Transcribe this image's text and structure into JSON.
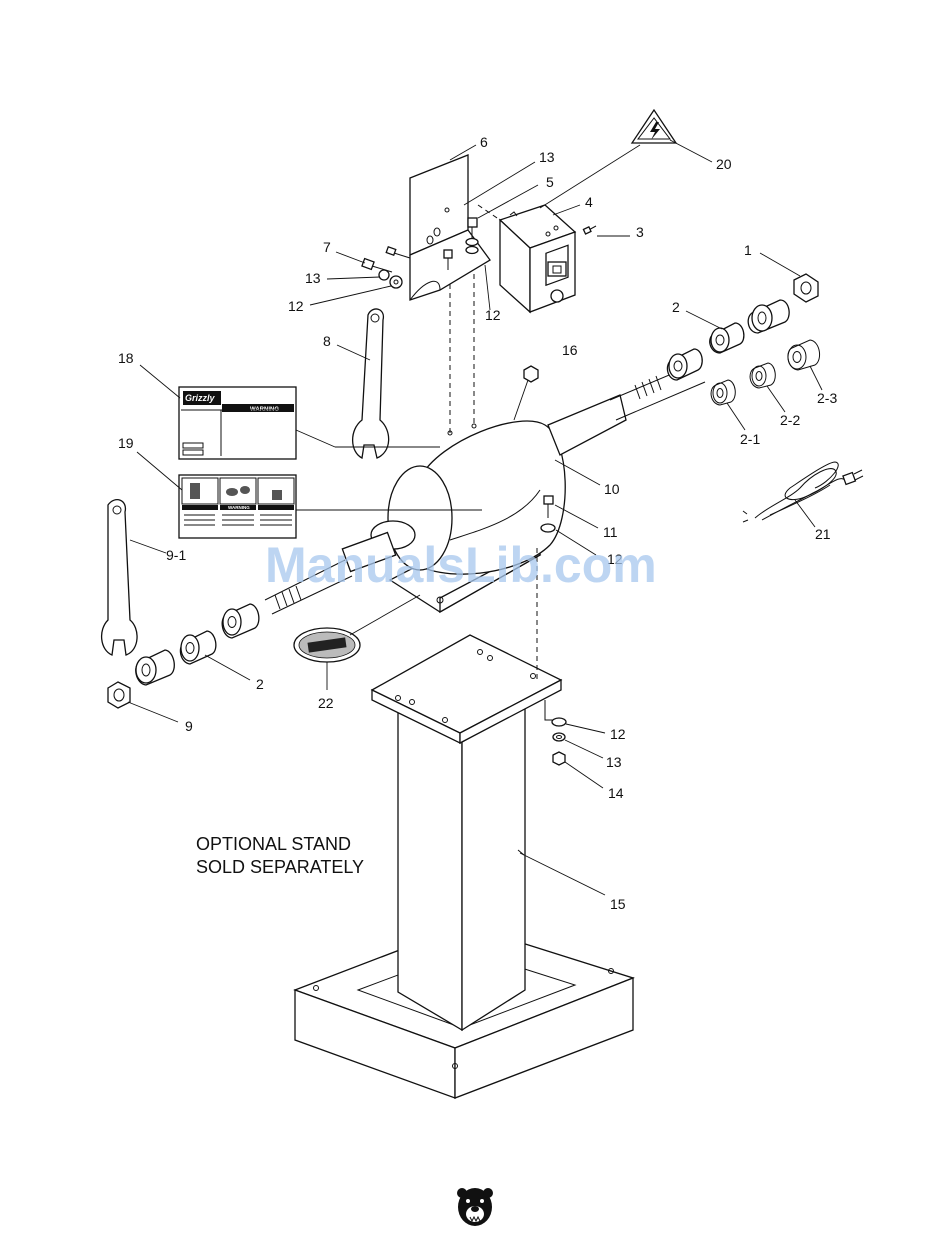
{
  "labels": {
    "p1": "1",
    "p2a": "2",
    "p2b": "2",
    "p2_1": "2-1",
    "p2_2": "2-2",
    "p2_3": "2-3",
    "p3": "3",
    "p4": "4",
    "p5": "5",
    "p6": "6",
    "p7": "7",
    "p8": "8",
    "p9": "9",
    "p9_1": "9-1",
    "p10": "10",
    "p11": "11",
    "p12_stand": "12",
    "p12a": "12",
    "p12b": "12",
    "p12c": "12",
    "p13a": "13",
    "p13b": "13",
    "p13c": "13",
    "p14": "14",
    "p15": "15",
    "p16": "16",
    "p18": "18",
    "p19": "19",
    "p20": "20",
    "p21": "21",
    "p22": "22"
  },
  "note": {
    "line1": "OPTIONAL STAND",
    "line2": "SOLD SEPARATELY"
  },
  "watermark": "ManualsLib.com",
  "decals": {
    "brand_text": "Grizzly",
    "warning_text": "WARNING",
    "warning_text_mid": "WARNING"
  }
}
